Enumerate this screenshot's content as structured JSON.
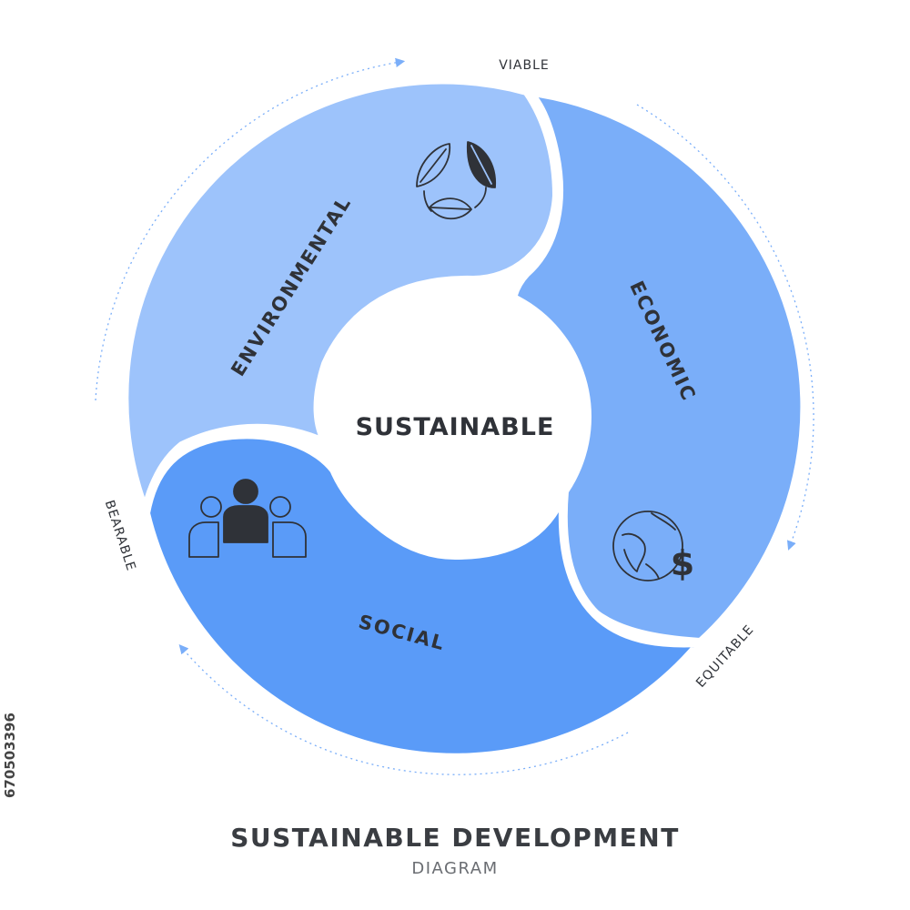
{
  "center": {
    "label": "SUSTAINABLE"
  },
  "segments": [
    {
      "label": "ENVIRONMENTAL",
      "icon": "leaves-cycle-icon",
      "color": "#9dc3fb"
    },
    {
      "label": "ECONOMIC",
      "icon": "globe-dollar-icon",
      "color": "#7aaef9"
    },
    {
      "label": "SOCIAL",
      "icon": "people-group-icon",
      "color": "#5a9bf8"
    }
  ],
  "pair_labels": {
    "viable": "VIABLE",
    "equitable": "EQUITABLE",
    "bearable": "BEARABLE"
  },
  "footer": {
    "title": "SUSTAINABLE DEVELOPMENT",
    "subtitle": "DIAGRAM"
  },
  "stock_id": "670503396",
  "colors": {
    "text": "#2f3238",
    "dotted_arrow": "#7aaef9"
  }
}
